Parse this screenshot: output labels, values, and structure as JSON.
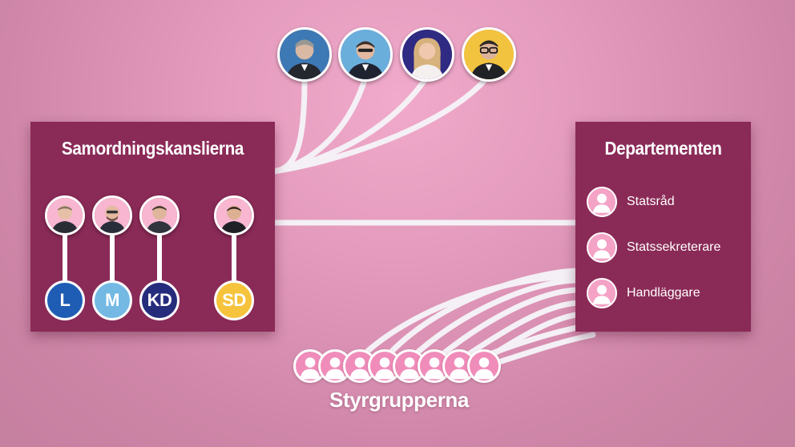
{
  "samordning": {
    "title": "Samordningskanslierna",
    "parties": [
      {
        "label": "L",
        "color": "#1f5db4"
      },
      {
        "label": "M",
        "color": "#74b9e4"
      },
      {
        "label": "KD",
        "color": "#262c7c"
      },
      {
        "label": "SD",
        "color": "#f6c33d"
      }
    ]
  },
  "leaders": [
    {
      "name": "leader-photo-1",
      "bg": "#3d79b4"
    },
    {
      "name": "leader-photo-2",
      "bg": "#6aaedc"
    },
    {
      "name": "leader-photo-3",
      "bg": "#2f2a82"
    },
    {
      "name": "leader-photo-4",
      "bg": "#f2c33e"
    }
  ],
  "departementen": {
    "title": "Departementen",
    "roles": [
      "Statsråd",
      "Statssekreterare",
      "Handläggare"
    ]
  },
  "styrgrupperna": {
    "label": "Styrgrupperna"
  },
  "colors": {
    "box": "#8a2a57",
    "accent_pink": "#f4a3c7",
    "background": "#e49bbd"
  }
}
